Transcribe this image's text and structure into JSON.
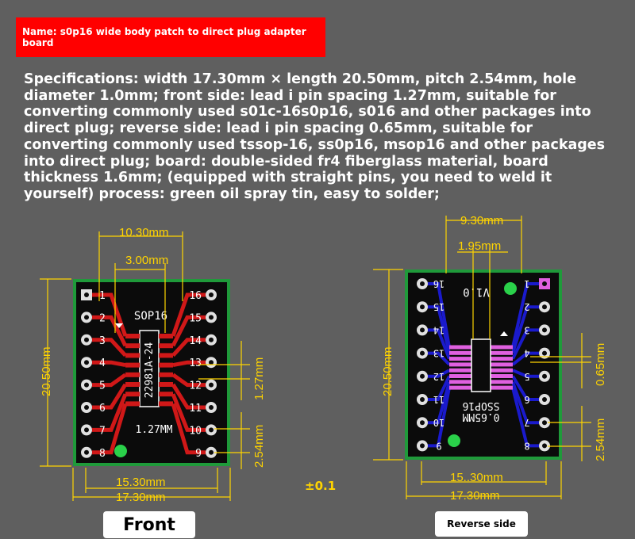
{
  "header": {
    "name": "Name: s0p16 wide body patch to direct plug adapter board",
    "specifications": "Specifications: width 17.30mm × length 20.50mm, pitch 2.54mm, hole diameter 1.0mm; front side: lead i pin spacing 1.27mm, suitable for converting commonly used s01c-16s0p16, s016 and other packages into direct plug; reverse side: lead i pin spacing 0.65mm, suitable for converting commonly used tssop-16, ss0p16, msop16 and other packages into direct plug; board: double-sided fr4 fiberglass material, board thickness 1.6mm; (equipped with straight pins, you need to weld it yourself) process: green oil spray tin, easy to solder;"
  },
  "front": {
    "label": "Front",
    "dim_top_outer": "10.30mm",
    "dim_top_inner": "3.00mm",
    "dim_left": "20.50mm",
    "dim_pitch_smd": "1.27mm",
    "dim_pitch_pin": "2.54mm",
    "dim_bottom_inner": "15.30mm",
    "dim_bottom_outer": "17.30mm",
    "chip_title": "SOP16",
    "chip_part": "22981A-24",
    "pitch_text": "1.27MM",
    "pins_left": [
      "1",
      "2",
      "3",
      "4",
      "5",
      "6",
      "7",
      "8"
    ],
    "pins_right": [
      "16",
      "15",
      "14",
      "13",
      "12",
      "11",
      "10",
      "9"
    ]
  },
  "reverse": {
    "label": "Reverse side",
    "dim_top_outer": "9.30mm",
    "dim_top_inner": "1.95mm",
    "dim_left": "20.50mm",
    "dim_pitch_smd": "0.65mm",
    "dim_pitch_pin": "2.54mm",
    "dim_bottom_inner": "15..30mm",
    "dim_bottom_outer": "17.30mm",
    "version_text": "V1.0",
    "chip_text_1": "SSOP16",
    "chip_text_2": "0.65MM"
  },
  "tolerance": "±0.1",
  "colors": {
    "board": "#0b0b0b",
    "frame": "#1f9a3a",
    "trace_front": "#d01818",
    "trace_rev": "#1a1acc",
    "pad_rev": "#e060e0",
    "dim": "#ffd400",
    "name_bar": "#ff0000"
  }
}
